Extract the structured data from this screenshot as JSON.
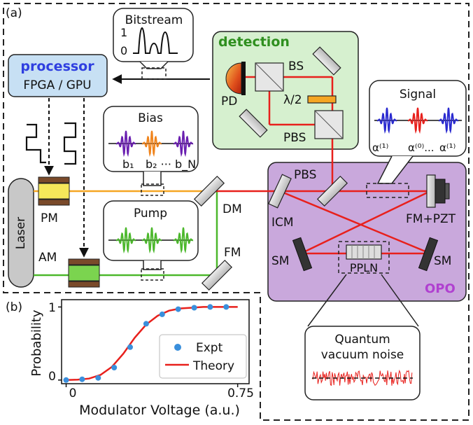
{
  "panel_a_label": "(a)",
  "panel_b_label": "(b)",
  "bitstream": {
    "title": "Bitstream",
    "tick_1": "1",
    "tick_0": "0"
  },
  "processor": {
    "title": "processor",
    "subtitle": "FPGA / GPU"
  },
  "detection": {
    "title": "detection",
    "pd": "PD",
    "bs": "BS",
    "halfwave": "λ/2",
    "pbs": "PBS"
  },
  "signal": {
    "title": "Signal",
    "a1_left": "α⁽¹⁾",
    "a0": "α⁽⁰⁾...",
    "a1_right": "α⁽¹⁾"
  },
  "bias": {
    "title": "Bias",
    "b1": "b₁",
    "b2": "b₂ ··· b_N"
  },
  "pump": {
    "title": "Pump"
  },
  "components": {
    "laser": "Laser",
    "pm": "PM",
    "am": "AM",
    "dm": "DM",
    "fm": "FM",
    "pbs": "PBS",
    "icm": "ICM",
    "fm_pzt": "FM+PZT",
    "sm_left": "SM",
    "sm_right": "SM",
    "ppln": "PPLN",
    "opo": "OPO"
  },
  "noise_box": {
    "line1": "Quantum",
    "line2": "vacuum noise"
  },
  "colors": {
    "detection_fill": "#d6f0cf",
    "detection_title": "#2f8f1f",
    "opo_fill": "#c9a8dc",
    "opo_title": "#b040d0",
    "processor_fill": "#c7e0f4",
    "processor_title": "#2f3fe0",
    "orange_beam": "#f5a623",
    "red_beam": "#e8201c",
    "green_beam": "#4cb82c",
    "blue_pulse": "#2a2ad0",
    "purple_pulse": "#6a1fb0",
    "orange_pulse": "#f0841c",
    "expt_marker": "#3a8fdc",
    "theory_line": "#e8201c"
  },
  "chart_data": {
    "type": "scatter",
    "xlabel": "Modulator Voltage (a.u.)",
    "ylabel": "Probability",
    "xlim": [
      -0.02,
      0.8
    ],
    "ylim": [
      -0.05,
      1.1
    ],
    "x_ticks": [
      "0",
      "0.75"
    ],
    "y_ticks": [
      "0",
      "1"
    ],
    "legend": "bottom-right",
    "series": [
      {
        "name": "Expt",
        "kind": "markers",
        "x": [
          0.0,
          0.07,
          0.14,
          0.21,
          0.28,
          0.35,
          0.42,
          0.49,
          0.56,
          0.63,
          0.7
        ],
        "y": [
          0.0,
          0.01,
          0.03,
          0.17,
          0.45,
          0.77,
          0.9,
          0.97,
          0.99,
          1.0,
          1.0
        ]
      },
      {
        "name": "Theory",
        "kind": "line",
        "x": [
          0.0,
          0.05,
          0.1,
          0.15,
          0.2,
          0.25,
          0.3,
          0.35,
          0.4,
          0.45,
          0.5,
          0.55,
          0.6,
          0.65,
          0.7,
          0.75
        ],
        "y": [
          0.0,
          0.005,
          0.02,
          0.07,
          0.18,
          0.36,
          0.58,
          0.76,
          0.88,
          0.95,
          0.98,
          0.99,
          1.0,
          1.0,
          1.0,
          1.0
        ]
      }
    ]
  }
}
